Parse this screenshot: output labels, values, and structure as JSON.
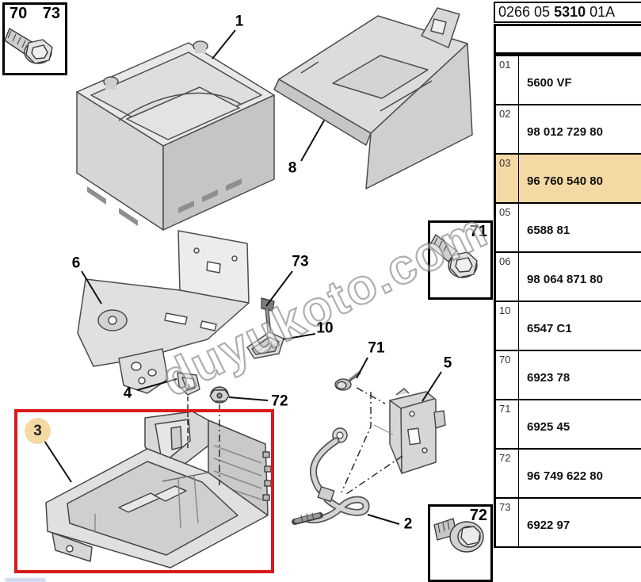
{
  "code_plate": {
    "prefix": "0266 05",
    "bold": "5310",
    "suffix": "01A"
  },
  "watermark": {
    "text": "duyukoto.com"
  },
  "colors": {
    "highlight_tan": "#f5d9a4",
    "highlight_red": "#d81a1a"
  },
  "parts_table": {
    "rows": [
      {
        "ref": "01",
        "part": "5600 VF",
        "highlighted": false
      },
      {
        "ref": "02",
        "part": "98 012 729 80",
        "highlighted": false
      },
      {
        "ref": "03",
        "part": "96 760 540 80",
        "highlighted": true
      },
      {
        "ref": "05",
        "part": "6588 81",
        "highlighted": false
      },
      {
        "ref": "06",
        "part": "98 064 871 80",
        "highlighted": false
      },
      {
        "ref": "10",
        "part": "6547 C1",
        "highlighted": false
      },
      {
        "ref": "70",
        "part": "6923 78",
        "highlighted": false
      },
      {
        "ref": "71",
        "part": "6925 45",
        "highlighted": false
      },
      {
        "ref": "72",
        "part": "96 749 622 80",
        "highlighted": false
      },
      {
        "ref": "73",
        "part": "6922 97",
        "highlighted": false
      }
    ]
  },
  "inset_boxes": {
    "top_left": {
      "labels": [
        "70",
        "73"
      ]
    },
    "middle_right": {
      "label": "71"
    },
    "bottom_right": {
      "label": "72"
    }
  },
  "callouts": {
    "battery": "1",
    "cable": "2",
    "tray": "3",
    "clamp": "4",
    "support_bracket": "5",
    "mounting_bracket": "6",
    "cover": "8",
    "wedge": "10",
    "bolt": "71",
    "nut": "72",
    "stud": "73"
  }
}
